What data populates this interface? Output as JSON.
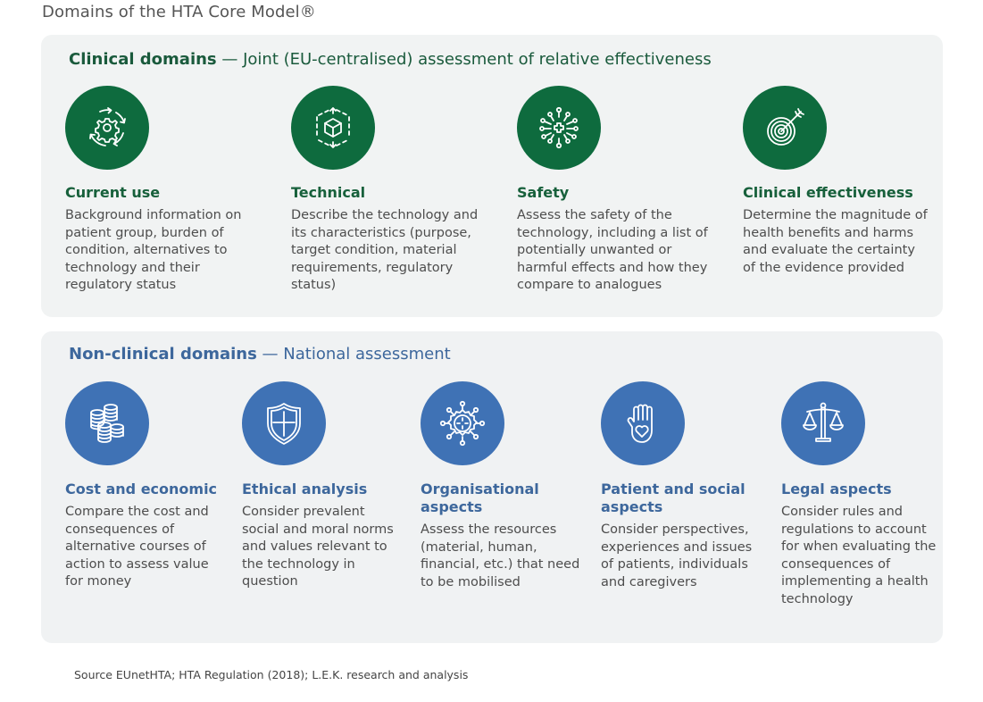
{
  "title": "Domains of the HTA Core Model®",
  "colors": {
    "clinical_green": "#0E6B3E",
    "nonclinical_blue": "#3F72B5",
    "panel_bg": "#F1F3F3"
  },
  "clinical": {
    "heading_bold": "Clinical domains",
    "heading_rest": " — Joint (EU-centralised) assessment of relative effectiveness",
    "cards": [
      {
        "icon": "gear-cycle-icon",
        "title": "Current use",
        "description": "Background information on patient group, burden of condition, alternatives to technology and their regulatory status"
      },
      {
        "icon": "cube-expand-icon",
        "title": "Technical",
        "description": "Describe the technology and its characteristics (purpose, target condition, material requirements, regulatory status)"
      },
      {
        "icon": "virus-medical-cross-icon",
        "title": "Safety",
        "description": "Assess the safety of the technology, including a list of potentially unwanted or harmful effects and how they compare to analogues"
      },
      {
        "icon": "target-arrow-icon",
        "title": "Clinical effectiveness",
        "description": "Determine the magnitude of health benefits and harms and evaluate the certainty of the evidence provided"
      }
    ]
  },
  "nonclinical": {
    "heading_bold": "Non-clinical domains",
    "heading_rest": " — National assessment",
    "cards": [
      {
        "icon": "coin-stacks-icon",
        "title": "Cost and economic",
        "description": "Compare the cost and consequences of alternative courses of action to assess value for money"
      },
      {
        "icon": "shield-cross-icon",
        "title": "Ethical analysis",
        "description": "Consider prevalent social and moral norms and values relevant to the technology in question"
      },
      {
        "icon": "network-gear-icon",
        "title": "Organisational aspects",
        "description": "Assess the resources (material, human, financial, etc.) that need to be mobilised"
      },
      {
        "icon": "hand-heart-icon",
        "title": "Patient and social aspects",
        "description": "Consider perspectives, experiences and issues of patients, individuals and caregivers"
      },
      {
        "icon": "scales-icon",
        "title": "Legal aspects",
        "description": "Consider rules and regulations to account for when evaluating the consequences of implementing a health technology"
      }
    ]
  },
  "source": "Source EUnetHTA; HTA Regulation (2018); L.E.K. research and analysis"
}
